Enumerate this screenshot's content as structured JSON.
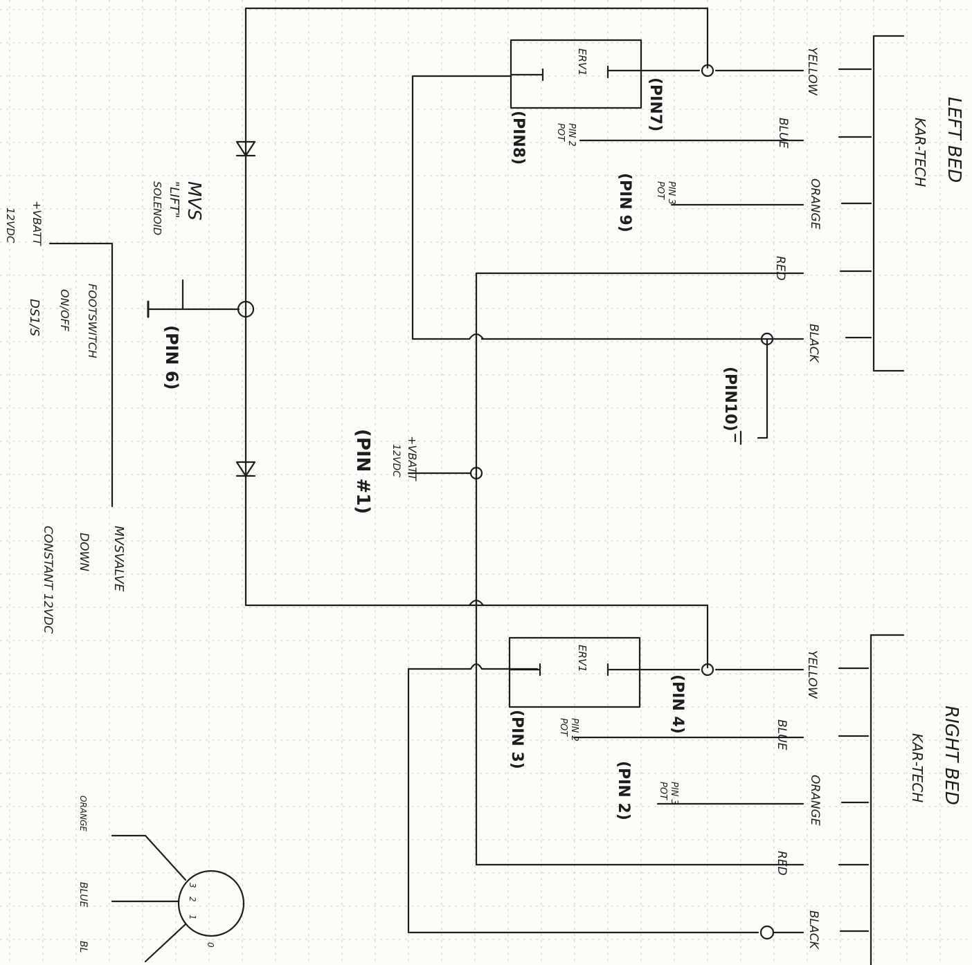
{
  "colors": {
    "paper": "#fbfbf8",
    "ink": "#1d1d1d",
    "grid": "#c9c9c4"
  },
  "left_bed": {
    "title": "LEFT BED",
    "subtitle": "KAR-TECH",
    "wires": [
      "YELLOW",
      "BLUE",
      "ORANGE",
      "RED",
      "BLACK"
    ],
    "erv_label": "ERV1",
    "pot_pin2": "POT\nPIN 2",
    "pot_pin3": "POT\nPIN 3",
    "pin_a": "(PIN7)",
    "pin_b": "(PIN8)",
    "pin_c": "(PIN 9)",
    "pin_d": "(PIN10)"
  },
  "right_bed": {
    "title": "RIGHT BED",
    "subtitle": "KAR-TECH",
    "wires": [
      "YELLOW",
      "BLUE",
      "ORANGE",
      "RED",
      "BLACK"
    ],
    "erv_label": "ERV1",
    "pot_pin2": "POT\nPIN 2",
    "pot_pin3": "POT\nPIN 3",
    "pin_a": "(PIN 4)",
    "pin_b": "(PIN 3)",
    "pin_c": "(PIN 2)"
  },
  "supply": {
    "vbatt": "+VBATT",
    "vdc": "12VDC",
    "pin": "(PIN #1)"
  },
  "solenoid": {
    "name": "MVS",
    "lift": "\"LIFT\"",
    "solenoid": "SOLENOID",
    "pin": "(PIN 6)"
  },
  "footswitch": {
    "label": "FOOTSWITCH",
    "state": "ON/OFF",
    "model": "DS1/S",
    "vbatt": "+VBATT",
    "vdc": "12VDC"
  },
  "valve": {
    "name": "MVSVALVE",
    "down": "DOWN",
    "constant": "CONSTANT 12VDC"
  },
  "pot_detail": {
    "wires": [
      "ORANGE",
      "BLUE",
      "BL"
    ],
    "pins": [
      "3",
      "2",
      "1"
    ],
    "mark": "0"
  }
}
